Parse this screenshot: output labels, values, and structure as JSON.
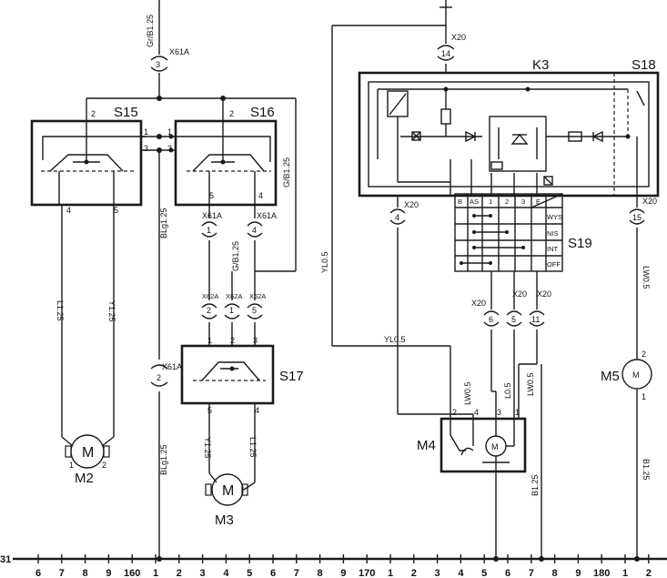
{
  "components": {
    "s15": "S15",
    "s16": "S16",
    "s17": "S17",
    "s18": "S18",
    "s19": "S19",
    "k3": "K3",
    "m2": "M2",
    "m3": "M3",
    "m4": "M4",
    "m5": "M5",
    "motor_symbol": "M"
  },
  "connectors": {
    "x61a_top": "X61A",
    "x61a_top_pin": "3",
    "x61a_s16_left": "X61A",
    "x61a_s16_left_pin": "1",
    "x61a_s16_right": "X61A",
    "x61a_s16_right_pin": "4",
    "x62a_1": "X62A",
    "x62a_1_pin": "2",
    "x62a_2": "X62A",
    "x62a_2_pin": "1",
    "x62a_3": "X62A",
    "x62a_3_pin": "5",
    "x61a_left": "X61A",
    "x61a_left_pin": "2",
    "x20_top": "X20",
    "x20_top_pin": "14",
    "x20_left": "X20",
    "x20_left_pin": "4",
    "x20_right": "X20",
    "x20_right_pin": "15",
    "x20_m4a": "X20",
    "x20_m4a_pin": "6",
    "x20_m4b": "X20",
    "x20_m4b_pin": "5",
    "x20_m4c": "X20",
    "x20_m4c_pin": "11"
  },
  "wires": {
    "top_left": "Gr/B1.25",
    "m2_left": "L1.25",
    "m2_right": "Y1.25",
    "bl_left": "BLg1.25",
    "bl_bottom": "BLg1.25",
    "s16_mid": "G/B1.25",
    "s16_right": "G/B1.25",
    "m3_left": "Y1.25",
    "m3_right": "L1.25",
    "yl_vert": "YL0.5",
    "yl_horiz": "YL0.5",
    "m4_w1": "LW0.5",
    "m4_w2": "L0.5",
    "m4_w3": "LW0.5",
    "m4_bottom": "B1.25",
    "m5_top": "LW0.5",
    "m5_bottom": "B1.25"
  },
  "pins": {
    "s15_2": "2",
    "s15_1": "1",
    "s15_3": "3",
    "s15_4": "4",
    "s15_5": "5",
    "s16_2": "2",
    "s16_1": "1",
    "s16_3": "3",
    "s16_5": "5",
    "s16_4": "4",
    "s17_1": "1",
    "s17_2": "2",
    "s17_3": "3",
    "s17_5": "5",
    "s17_4": "4",
    "m2_1": "1",
    "m2_2": "2",
    "m4_2": "2",
    "m4_4": "4",
    "m4_3": "3",
    "m4_1": "1",
    "m5_2": "2",
    "m5_1": "1"
  },
  "s19": {
    "header": [
      "B",
      "AS",
      "1",
      "2",
      "3",
      "E"
    ],
    "rows": [
      "WYS",
      "NIS",
      "INT",
      "OFF"
    ]
  },
  "bus": {
    "label": "31",
    "numbers": [
      "6",
      "7",
      "8",
      "9",
      "160",
      "1",
      "2",
      "3",
      "4",
      "5",
      "6",
      "7",
      "8",
      "9",
      "170",
      "1",
      "2",
      "3",
      "4",
      "5",
      "6",
      "7",
      "8",
      "9",
      "180",
      "1",
      "2"
    ]
  }
}
